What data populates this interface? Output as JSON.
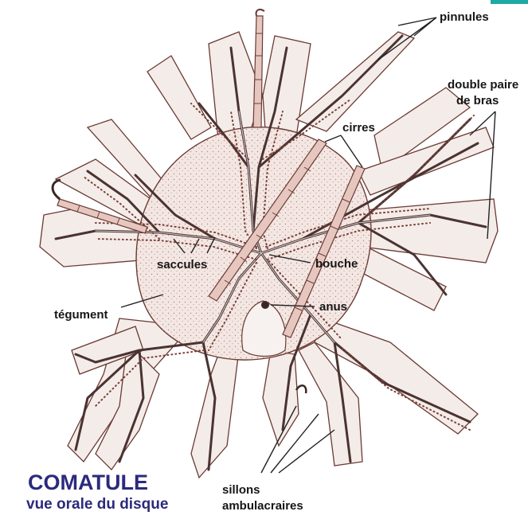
{
  "title": {
    "main": "COMATULE",
    "sub": "vue orale du disque"
  },
  "labels": {
    "pinnules": "pinnules",
    "double_paire_1": "double paire",
    "double_paire_2": "de bras",
    "cirres": "cirres",
    "saccules": "saccules",
    "bouche": "bouche",
    "tegument": "tégument",
    "anus": "anus",
    "sillons": "sillons",
    "ambulacraires": "ambulacraires"
  },
  "colors": {
    "title": "#2b2a7c",
    "ink": "#6b3a34",
    "tissue": "#f4ece8",
    "corner_accent": "#1fa9a4"
  }
}
